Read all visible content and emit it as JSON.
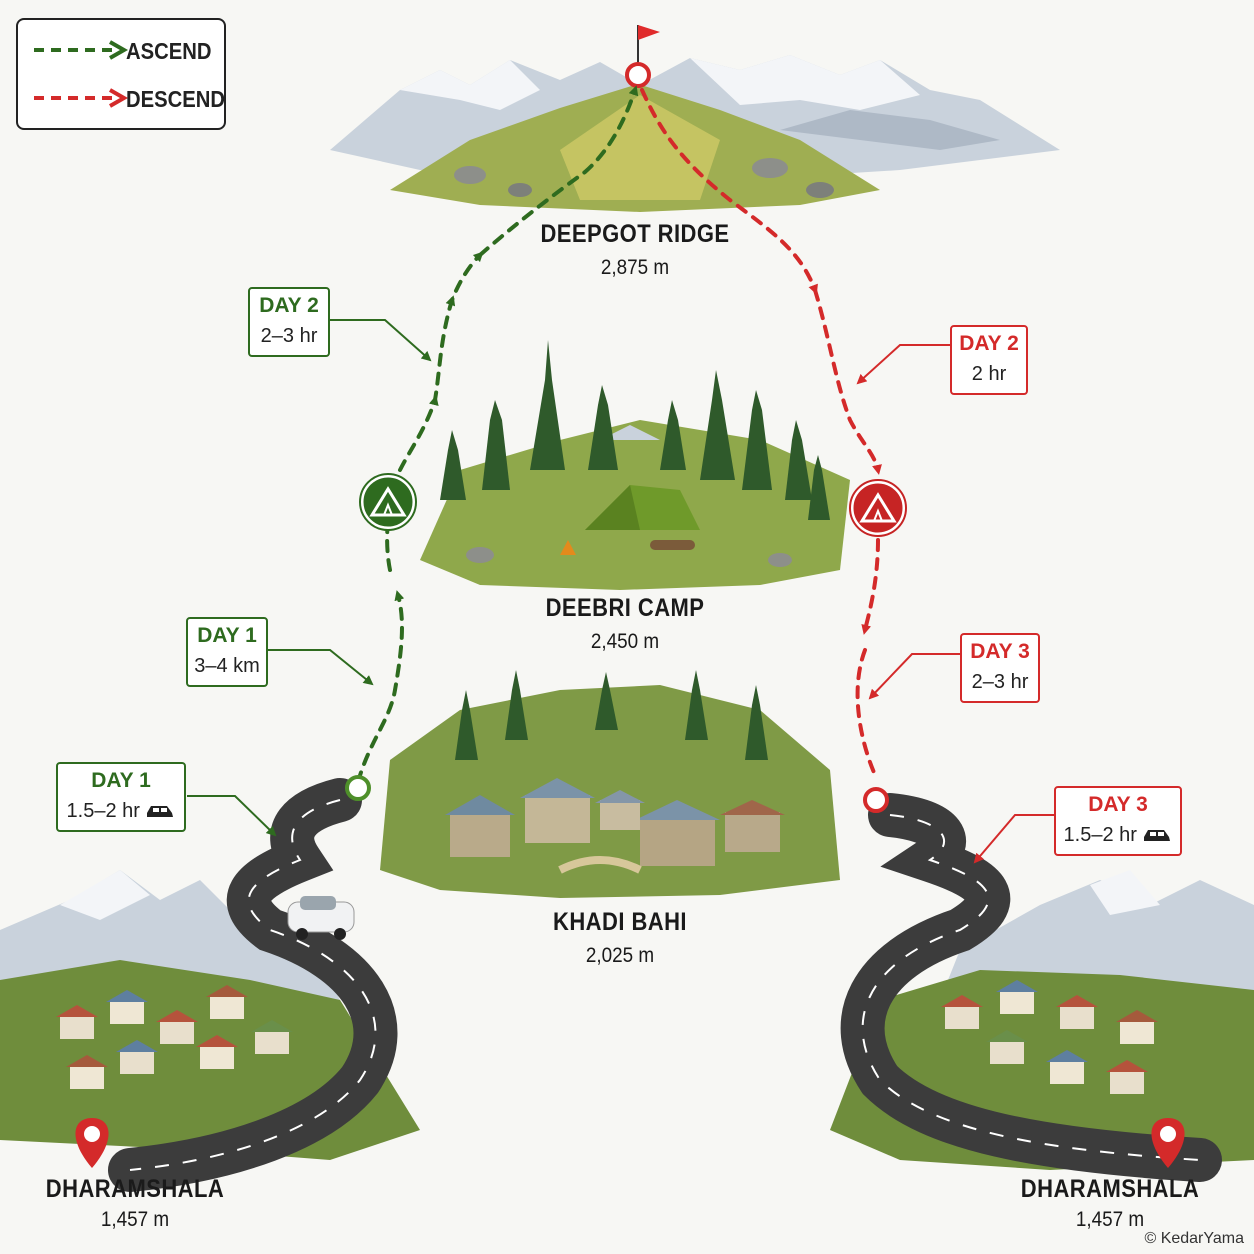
{
  "legend": {
    "ascend_label": "ASCEND",
    "descend_label": "DESCEND",
    "ascend_color": "#2e6b1f",
    "descend_color": "#d42a2a"
  },
  "locations": {
    "summit": {
      "name": "DEEPGOT RIDGE",
      "altitude": "2,875 m"
    },
    "camp": {
      "name": "DEEBRI CAMP",
      "altitude": "2,450 m"
    },
    "village": {
      "name": "KHADI BAHI",
      "altitude": "2,025 m"
    },
    "start": {
      "name": "DHARAMSHALA",
      "altitude": "1,457 m"
    },
    "end": {
      "name": "DHARAMSHALA",
      "altitude": "1,457 m"
    }
  },
  "segments": {
    "asc_drive": {
      "day": "DAY 1",
      "value": "1.5–2 hr",
      "icon": "car-icon"
    },
    "asc_hike": {
      "day": "DAY 1",
      "value": "3–4 km"
    },
    "asc_summit": {
      "day": "DAY 2",
      "value": "2–3 hr"
    },
    "desc_summit": {
      "day": "DAY 2",
      "value": "2 hr"
    },
    "desc_hike": {
      "day": "DAY 3",
      "value": "2–3 hr"
    },
    "desc_drive": {
      "day": "DAY 3",
      "value": "1.5–2 hr",
      "icon": "car-icon"
    }
  },
  "credit": "© KedarYama"
}
